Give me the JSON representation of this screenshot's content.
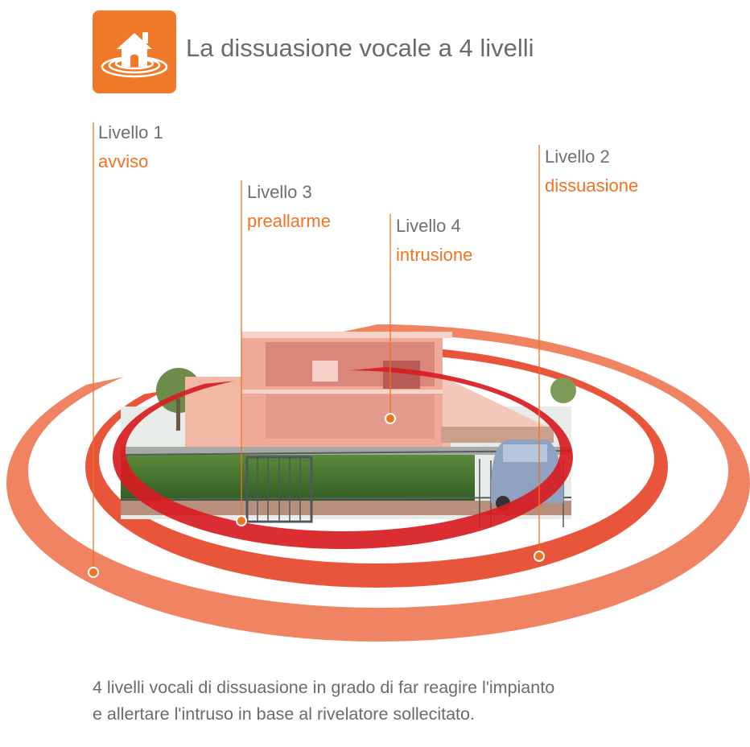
{
  "header": {
    "title": "La dissuasione vocale a 4 livelli",
    "icon": "house-waves-icon"
  },
  "levels": [
    {
      "name": "Livello 1",
      "label": "avviso"
    },
    {
      "name": "Livello 2",
      "label": "dissuasione"
    },
    {
      "name": "Livello 3",
      "label": "preallarme"
    },
    {
      "name": "Livello 4",
      "label": "intrusione"
    }
  ],
  "caption": {
    "line1": "4 livelli vocali di dissuasione in grado di far reagire l'impianto",
    "line2": "e allertare l'intruso in base al rivelatore sollecitato."
  },
  "colors": {
    "accent": "#ee7322",
    "ring1": "#f08462",
    "ring2": "#e9553a",
    "ring3": "#d81c22",
    "text": "#6b6b6b"
  }
}
